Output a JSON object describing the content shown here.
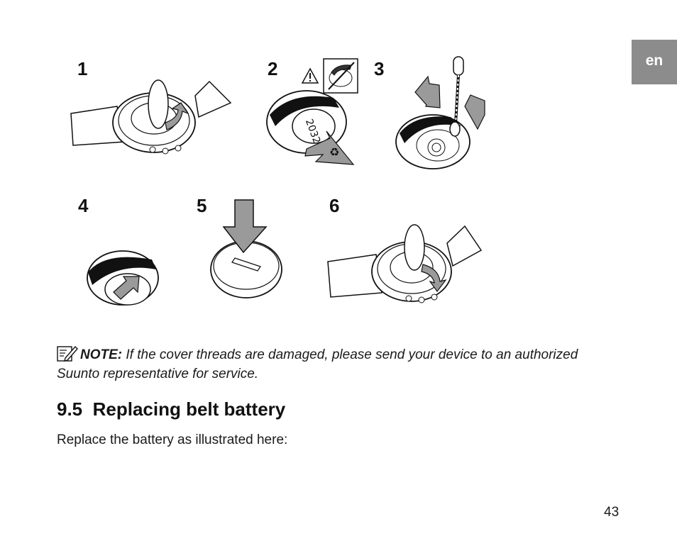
{
  "language_tab": "en",
  "steps": [
    "1",
    "2",
    "3",
    "4",
    "5",
    "6"
  ],
  "note": {
    "label": "NOTE:",
    "text": "If the cover threads are damaged, please send your device to an authorized Suunto representative for service."
  },
  "section": {
    "number": "9.5",
    "title": "Replacing belt battery"
  },
  "body_text": "Replace the battery as illustrated here:",
  "page_number": "43",
  "colors": {
    "tab": "#8c8c8c",
    "arrow": "#9a9a9a",
    "ink": "#1a1a1a"
  },
  "icons": [
    "warning-triangle-icon",
    "no-tool-icon",
    "recycle-icon",
    "note-pencil-icon"
  ]
}
